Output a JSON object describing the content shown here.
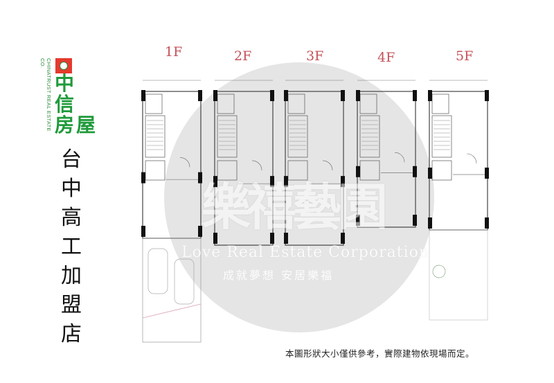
{
  "logo": {
    "english": "CHINATRUST REAL ESTATE CO.",
    "chinese": "中信房屋",
    "colors": {
      "red": "#e53a2e",
      "green": "#1f9a3a"
    }
  },
  "store_name": [
    "台",
    "中",
    "高",
    "工",
    "加",
    "盟",
    "店"
  ],
  "floors": [
    {
      "label": "1F"
    },
    {
      "label": "2F"
    },
    {
      "label": "3F"
    },
    {
      "label": "4F"
    },
    {
      "label": "5F"
    }
  ],
  "watermark": {
    "chinese_name": "樂禧藝園",
    "english": "Love Real Estate Corporation",
    "slogan": "成就夢想 安居樂福"
  },
  "disclaimer": "本圖形狀大小僅供參考，實際建物依現場而定。",
  "colors": {
    "floor_label": "#c4525a",
    "watermark": "#d6d6d6"
  }
}
